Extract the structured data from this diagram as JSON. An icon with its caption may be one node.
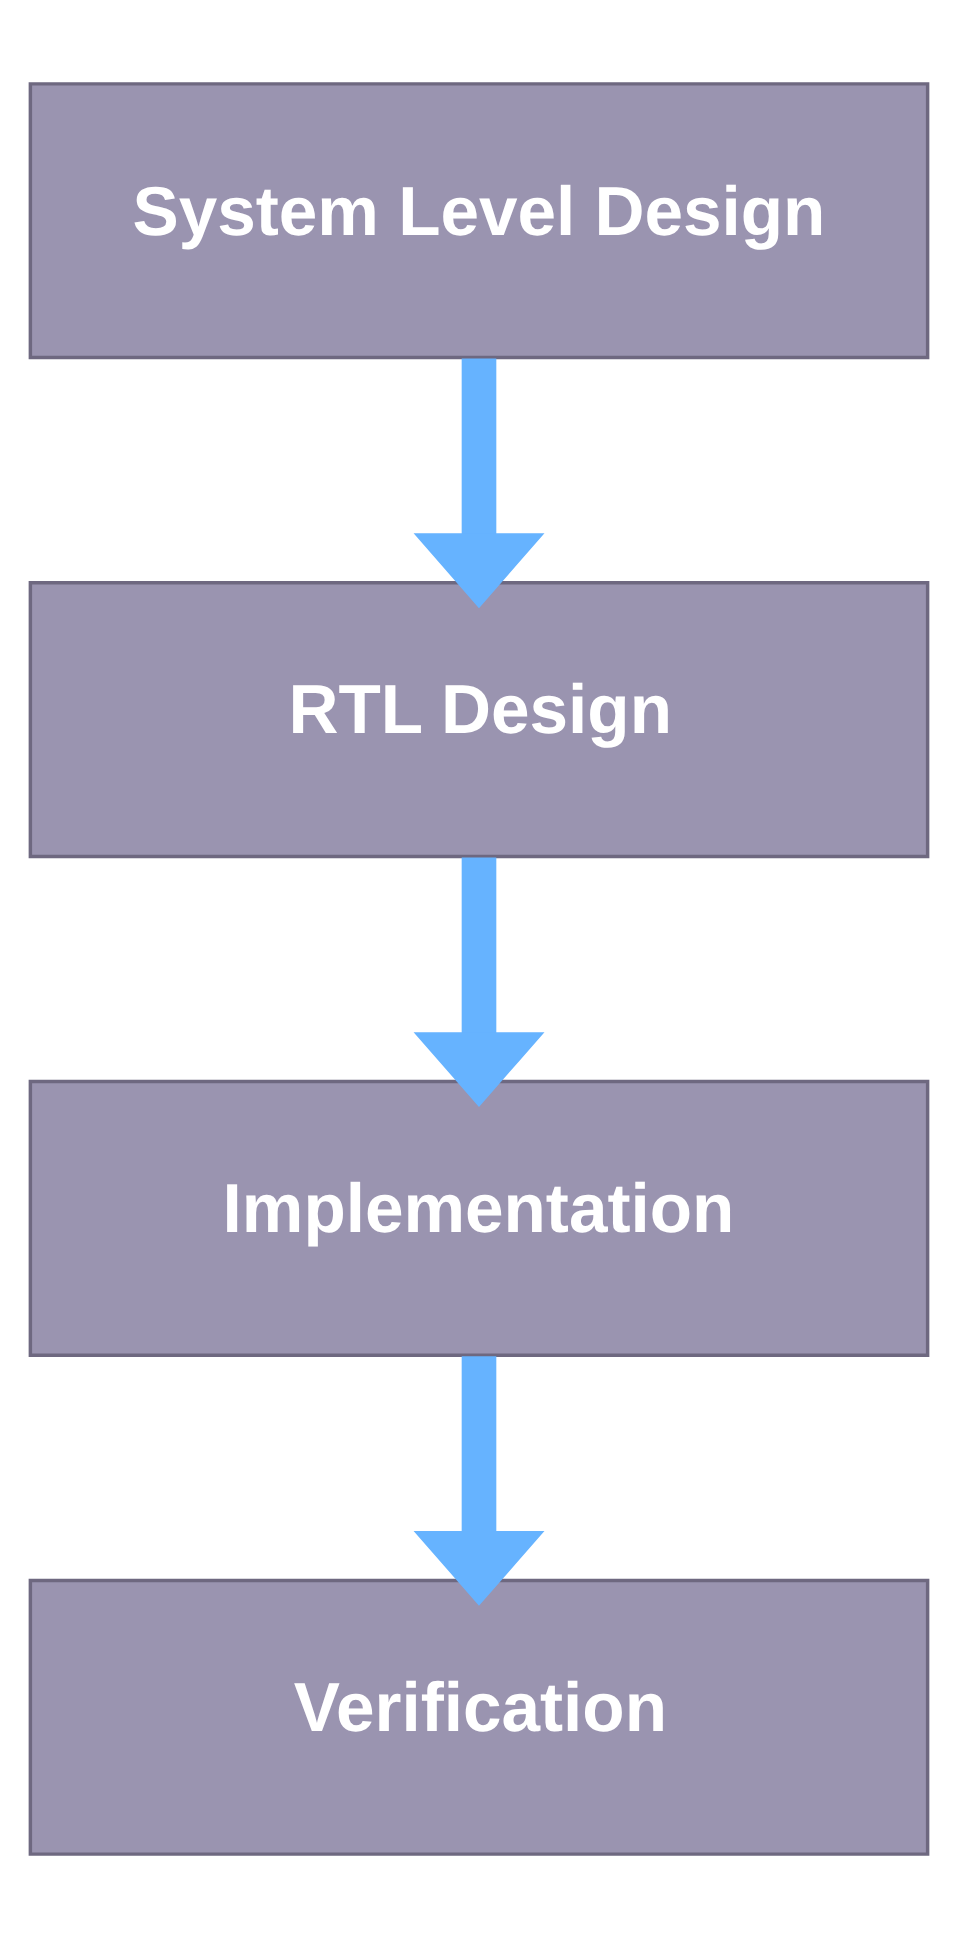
{
  "diagram": {
    "nodes": [
      {
        "text": [
          "System Level Design"
        ]
      },
      {
        "text": [
          "RTL Design"
        ]
      },
      {
        "text": [
          "Implementation"
        ]
      },
      {
        "text": [
          "Verification"
        ]
      }
    ],
    "edges": [
      {
        "from": 0,
        "to": 1,
        "arrow": "to"
      },
      {
        "from": 1,
        "to": 2,
        "arrow": "to"
      },
      {
        "from": 2,
        "to": 3,
        "arrow": "to"
      }
    ]
  }
}
